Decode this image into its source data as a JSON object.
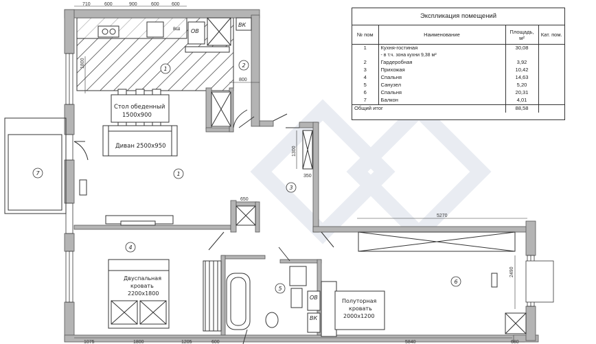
{
  "explication": {
    "title": "Экспликация помещений",
    "headers": {
      "num": "№ пом",
      "name": "Наименование",
      "area": "Площадь,",
      "area_unit": "м²",
      "cat": "Кат. пом."
    },
    "rows": [
      {
        "num": "1",
        "name": "Кухня-гостиная",
        "name2": "- в т.ч. зона кухни   9,38 м²",
        "area": "30,08"
      },
      {
        "num": "2",
        "name": "Гардеробная",
        "area": "3,92"
      },
      {
        "num": "3",
        "name": "Прихожая",
        "area": "10,42"
      },
      {
        "num": "4",
        "name": "Спальня",
        "area": "14,63"
      },
      {
        "num": "5",
        "name": "Санузел",
        "area": "5,20"
      },
      {
        "num": "6",
        "name": "Спальня",
        "area": "20,31"
      },
      {
        "num": "7",
        "name": "Балкон",
        "area": "4,01"
      }
    ],
    "total": {
      "label": "Общий итог",
      "area": "88,58"
    }
  },
  "rooms": [
    "1",
    "1",
    "2",
    "3",
    "4",
    "5",
    "6",
    "7"
  ],
  "furniture": {
    "table_line1": "Стол обеденный",
    "table_line2": "1500х900",
    "sofa": "Диван 2500х950",
    "bed_line1": "Двуспальная",
    "bed_line2": "кровать",
    "bed_line3": "2200х1800",
    "bed2_line1": "Полуторная",
    "bed2_line2": "кровать",
    "bed2_line3": "2000х1200",
    "washer": "ОВ",
    "boiler": "ВК",
    "fridge": "ВШ"
  },
  "dimensions": {
    "top": [
      "710",
      "600",
      "900",
      "600",
      "600"
    ],
    "bottom": [
      "1075",
      "1800",
      "1205",
      "600",
      "5840",
      "680"
    ],
    "d800": "800",
    "d1300": "1300",
    "d350": "350",
    "d650": "650",
    "d5270": "5270",
    "d2490": "2490",
    "d1800v": "1800"
  }
}
